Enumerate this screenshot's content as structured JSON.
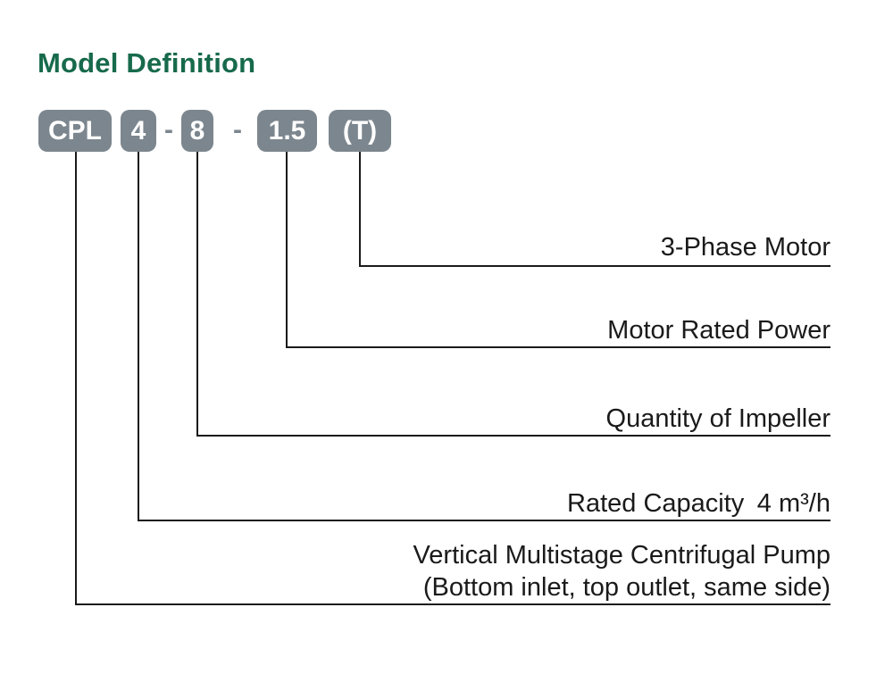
{
  "title": "Model Definition",
  "colors": {
    "title_green": "#176a4b",
    "box_gray": "#7c868e",
    "line_black": "#1a1a1a",
    "background": "#ffffff"
  },
  "model_code": {
    "series": "CPL",
    "separator1": "-",
    "capacity": "4",
    "separator2": "-",
    "impellers": "8",
    "power": "1.5",
    "phase": "(T)"
  },
  "labels": {
    "phase": "3-Phase Motor",
    "power": "Motor Rated Power",
    "impeller": "Quantity of Impeller",
    "capacity": "Rated Capacity 4 m³/h",
    "series_line1": "Vertical Multistage Centrifugal Pump",
    "series_line2": "(Bottom inlet, top outlet, same side)"
  }
}
